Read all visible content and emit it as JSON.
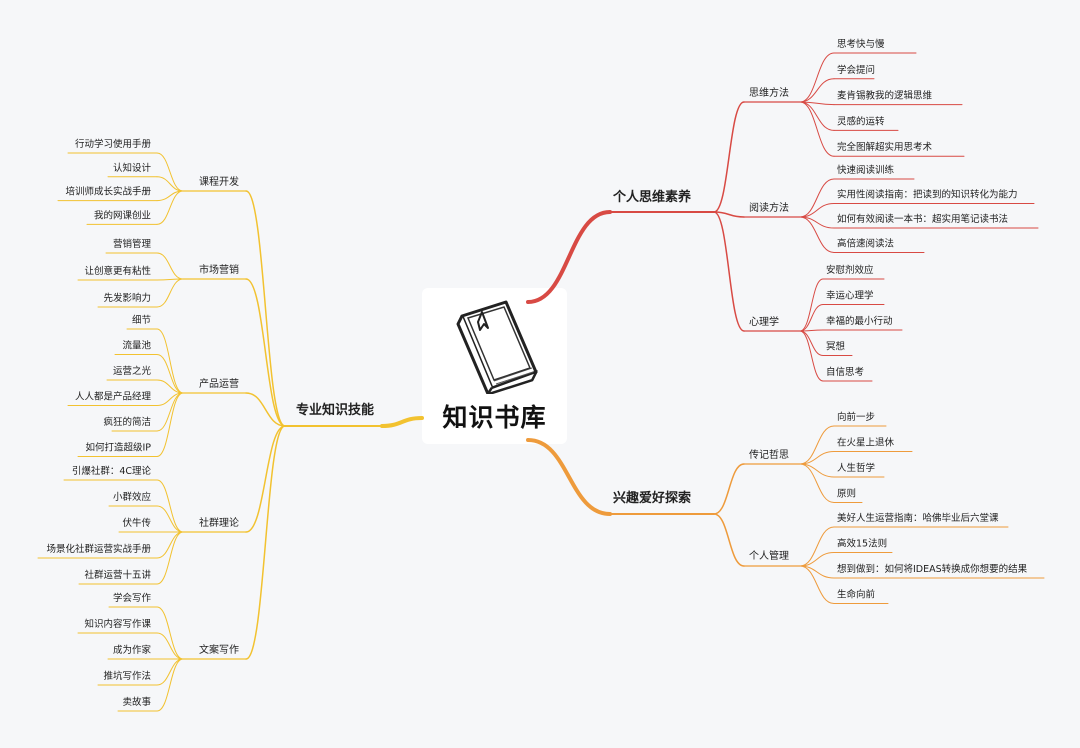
{
  "center": {
    "title": "知识书库",
    "icon": "book-icon"
  },
  "colors": {
    "red": "#d84a44",
    "orange": "#ee9b3c",
    "yellow": "#f2c230",
    "leafLine_red": "#d84a44",
    "leafLine_orange": "#ee9b3c",
    "leafLine_yellow": "#f2c230"
  },
  "branches": {
    "personal": {
      "label": "个人思维素养",
      "groups": [
        {
          "label": "思维方法",
          "items": [
            "思考快与慢",
            "学会提问",
            "麦肯锡教我的逻辑思维",
            "灵感的运转",
            "完全图解超实用思考术"
          ]
        },
        {
          "label": "阅读方法",
          "items": [
            "快速阅读训练",
            "实用性阅读指南：把读到的知识转化为能力",
            "如何有效阅读一本书：超实用笔记读书法",
            "高倍速阅读法"
          ]
        },
        {
          "label": "心理学",
          "items": [
            "安慰剂效应",
            "幸运心理学",
            "幸福的最小行动",
            "冥想",
            "自信思考"
          ]
        }
      ]
    },
    "hobby": {
      "label": "兴趣爱好探索",
      "groups": [
        {
          "label": "传记哲思",
          "items": [
            "向前一步",
            "在火星上退休",
            "人生哲学",
            "原则"
          ]
        },
        {
          "label": "个人管理",
          "items": [
            "美好人生运营指南：哈佛毕业后六堂课",
            "高效15法则",
            "想到做到：如何将IDEAS转换成你想要的结果",
            "生命向前"
          ]
        }
      ]
    },
    "professional": {
      "label": "专业知识技能",
      "groups": [
        {
          "label": "课程开发",
          "items": [
            "行动学习使用手册",
            "认知设计",
            "培训师成长实战手册",
            "我的网课创业"
          ]
        },
        {
          "label": "市场营销",
          "items": [
            "营销管理",
            "让创意更有粘性",
            "先发影响力"
          ]
        },
        {
          "label": "产品运营",
          "items": [
            "细节",
            "流量池",
            "运营之光",
            "人人都是产品经理",
            "疯狂的简洁",
            "如何打造超级IP"
          ]
        },
        {
          "label": "社群理论",
          "items": [
            "引爆社群：4C理论",
            "小群效应",
            "伏牛传",
            "场景化社群运营实战手册",
            "社群运营十五讲"
          ]
        },
        {
          "label": "文案写作",
          "items": [
            "学会写作",
            "知识内容写作课",
            "成为作家",
            "推坑写作法",
            "卖故事"
          ]
        }
      ]
    }
  }
}
